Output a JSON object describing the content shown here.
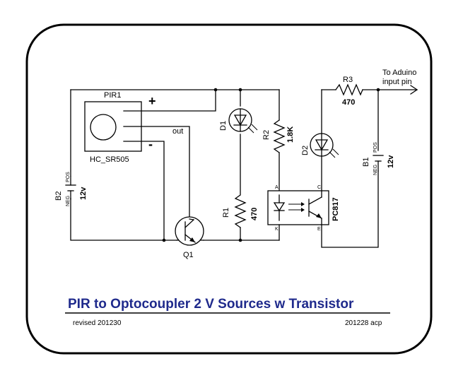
{
  "title": "PIR to Optocoupler 2 V Sources w Transistor",
  "revised": "revised 201230",
  "date_code": "201228 acp",
  "sensor": {
    "ref": "PIR1",
    "part": "HC_SR505",
    "plus": "+",
    "minus": "-",
    "out": "out"
  },
  "battery_b2": {
    "ref": "B2",
    "voltage": "12v",
    "neg": "NEG",
    "pos": "POS"
  },
  "battery_b1": {
    "ref": "B1",
    "voltage": "12v",
    "neg": "NEG",
    "pos": "POS"
  },
  "transistor": {
    "ref": "Q1"
  },
  "led_d1": {
    "ref": "D1"
  },
  "led_d2": {
    "ref": "D2"
  },
  "resistor_r1": {
    "ref": "R1",
    "value": "470"
  },
  "resistor_r2": {
    "ref": "R2",
    "value": "1.8K"
  },
  "resistor_r3": {
    "ref": "R3",
    "value": "470"
  },
  "optocoupler": {
    "ref": "PC817",
    "pin_a": "A",
    "pin_k": "K",
    "pin_c": "C",
    "pin_e": "E"
  },
  "output": {
    "line1": "To Aduino",
    "line2": "input pin"
  },
  "colors": {
    "title": "#1f2a8c",
    "line": "#000000"
  }
}
